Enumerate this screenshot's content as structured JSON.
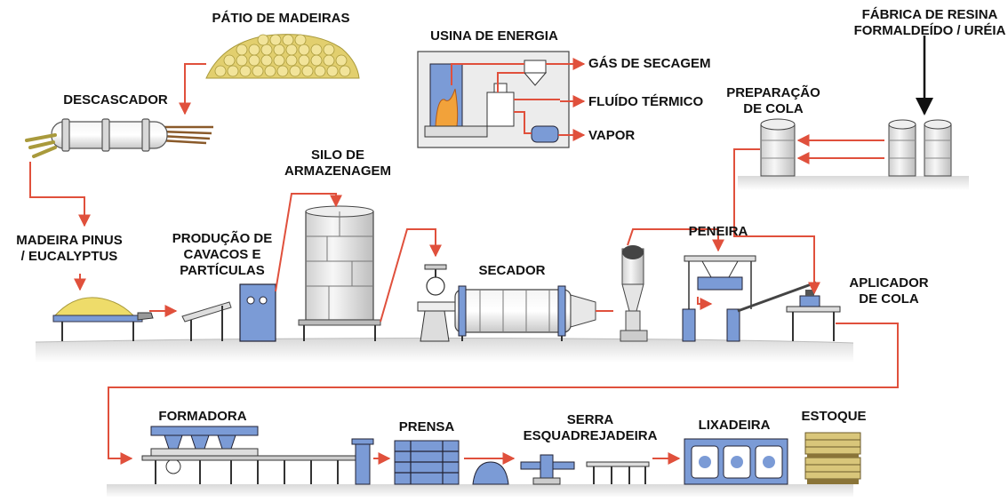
{
  "diagram": {
    "labels": {
      "patio_madeiras": "PÁTIO DE MADEIRAS",
      "descascador": "DESCASCADOR",
      "usina_energia": "USINA DE ENERGIA",
      "gas_secagem": "GÁS DE SECAGEM",
      "fluido_termico": "FLUÍDO TÉRMICO",
      "vapor": "VAPOR",
      "fabrica_resina": [
        "FÁBRICA DE RESINA",
        "FORMALDEÍDO / URÉIA"
      ],
      "preparacao_cola": [
        "PREPARAÇÃO",
        "DE COLA"
      ],
      "silo_armazenagem": [
        "SILO DE",
        "ARMAZENAGEM"
      ],
      "madeira_pinus": [
        "MADEIRA PINUS",
        "/ EUCALYPTUS"
      ],
      "producao_cavacos": [
        "PRODUÇÃO DE",
        "CAVACOS E",
        "PARTÍCULAS"
      ],
      "secador": "SECADOR",
      "peneira": "PENEIRA",
      "aplicador_cola": [
        "APLICADOR",
        "DE COLA"
      ],
      "formadora": "FORMADORA",
      "prensa": "PRENSA",
      "serra": [
        "SERRA",
        "ESQUADREJADEIRA"
      ],
      "lixadeira": "LIXADEIRA",
      "estoque": "ESTOQUE"
    },
    "colors": {
      "flow_arrow": "#e0503c",
      "equipment": "#e8e8e8",
      "equipment_blue": "#7b9bd6",
      "wood": "#e6d46a",
      "ground": "#c8c8c8",
      "outline": "#333333"
    }
  }
}
